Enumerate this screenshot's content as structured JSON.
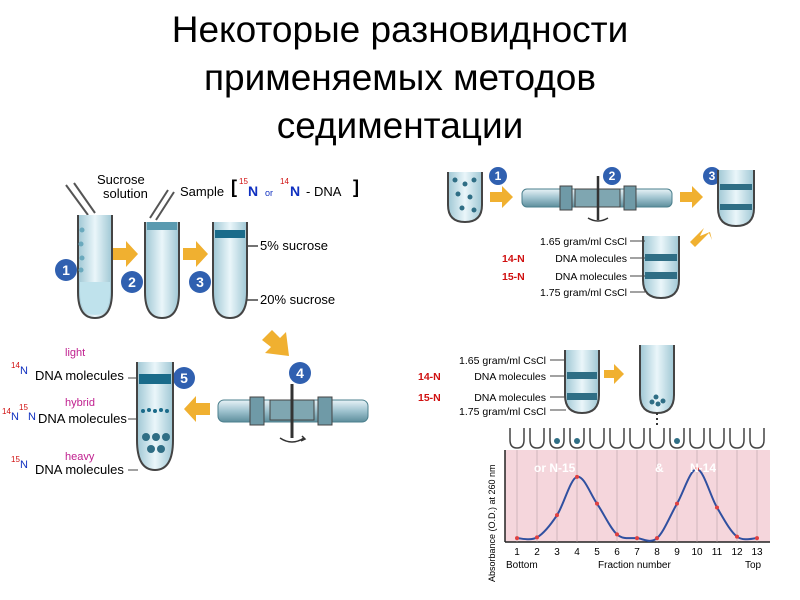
{
  "title": {
    "line1": "Некоторые разновидности",
    "line2": "применяемых методов",
    "line3": "седиментации"
  },
  "left_panel": {
    "sucrose_solution": [
      "Sucrose",
      "solution"
    ],
    "sample": "Sample",
    "sample_n15": "15",
    "sample_N": "N",
    "sample_or": "or",
    "sample_n14": "14",
    "sample_dna": "- DNA",
    "sucrose_5": "5% sucrose",
    "sucrose_20": "20% sucrose",
    "light": "light",
    "hybrid": "hybrid",
    "heavy": "heavy",
    "dna_molecules": "DNA molecules",
    "iso_14": "14",
    "iso_15": "15",
    "iso_N": "N",
    "steps": [
      "1",
      "2",
      "3",
      "4",
      "5"
    ]
  },
  "right_panel": {
    "steps": [
      "1",
      "2",
      "3"
    ],
    "labels_top": [
      "1.65 gram/ml CsCl",
      "DNA molecules",
      "DNA molecules",
      "1.75 gram/ml CsCl"
    ],
    "prefix_14": "14-N",
    "prefix_15": "15-N",
    "labels_bottom": [
      "1.65 gram/ml CsCl",
      "DNA molecules",
      "DNA molecules",
      "1.75 gram/ml CsCl"
    ]
  },
  "chart_data": {
    "type": "line",
    "ylabel": "Absorbance (O.D.) at 260 nm",
    "xlabel": "Fraction number",
    "x_left_label": "Bottom",
    "x_right_label": "Top",
    "series_label_left": "or N-15",
    "series_label_amp": "&",
    "series_label_right": "N-14",
    "x": [
      1,
      2,
      3,
      4,
      5,
      6,
      7,
      8,
      9,
      10,
      11,
      12,
      13
    ],
    "x_tick_labels": [
      "1",
      "2",
      "3",
      "4",
      "5",
      "6",
      "7",
      "8",
      "9",
      "10",
      "11",
      "12",
      "13"
    ],
    "values": [
      0.05,
      0.06,
      0.35,
      0.85,
      0.5,
      0.1,
      0.05,
      0.05,
      0.5,
      0.95,
      0.45,
      0.07,
      0.05
    ],
    "ylim": [
      0,
      1.2
    ],
    "colors": {
      "plot_bg": "#f5d6dc",
      "line": "#3050a0",
      "points": "#e04040",
      "label": "#ffffff"
    }
  },
  "colors": {
    "arrow": "#f0b030",
    "badge": "#3060b0",
    "tube_liquid": "#cfe8ef",
    "band": "#1a6b8a",
    "magenta": "#c0208f",
    "red": "#d01010",
    "blue": "#1030c0"
  }
}
